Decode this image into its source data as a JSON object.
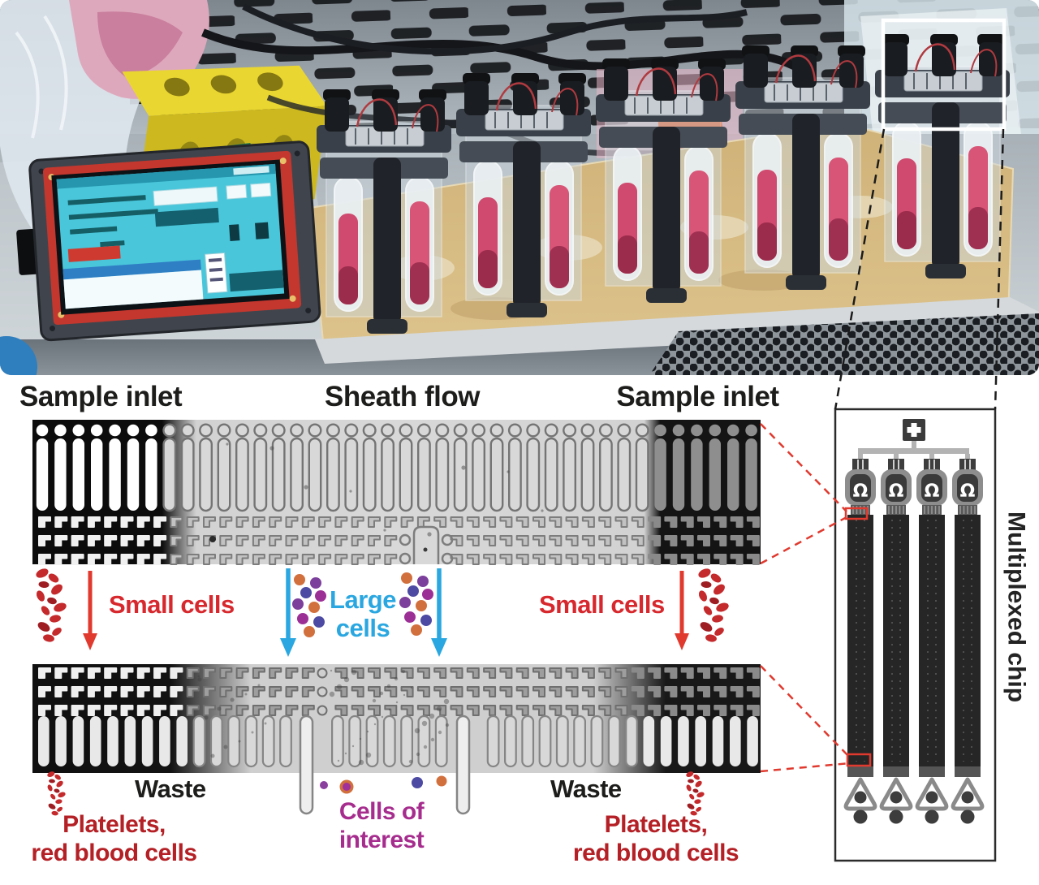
{
  "panels": {
    "micrograph_top": {
      "labels": {
        "left": "Sample inlet",
        "center": "Sheath flow",
        "right": "Sample inlet"
      }
    },
    "flow_annotations": {
      "small_cells_left": "Small cells",
      "large_cells": "Large cells",
      "small_cells_right": "Small cells"
    },
    "micrograph_bottom": {
      "waste_left": "Waste",
      "waste_right": "Waste",
      "outlet_left_line1": "Platelets,",
      "outlet_left_line2": "red blood cells",
      "outlet_right_line1": "Platelets,",
      "outlet_right_line2": "red blood cells",
      "cells_of_interest": "Cells of interest"
    },
    "schematic": {
      "label": "Multiplexed chip",
      "channel_count": 4,
      "inlet_symbol": "Ω",
      "pressure_symbol": "+"
    },
    "photo": {
      "highlight_box_color": "#ffffff"
    }
  },
  "colors": {
    "ink": "#1d1d1b",
    "red": "#d7282e",
    "darkred": "#b42025",
    "blue": "#2aa7e0",
    "magenta": "#a62c8e",
    "annored": "#e0392e",
    "rbc": "#c42a2c"
  }
}
